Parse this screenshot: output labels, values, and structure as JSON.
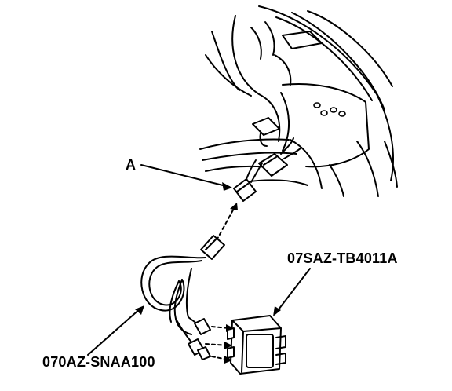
{
  "callouts": {
    "connector_label": "A",
    "control_box_part_number": "07SAZ-TB4011A",
    "harness_part_number": "070AZ-SNAA100"
  },
  "colors": {
    "line": "#000000",
    "background": "#ffffff"
  }
}
